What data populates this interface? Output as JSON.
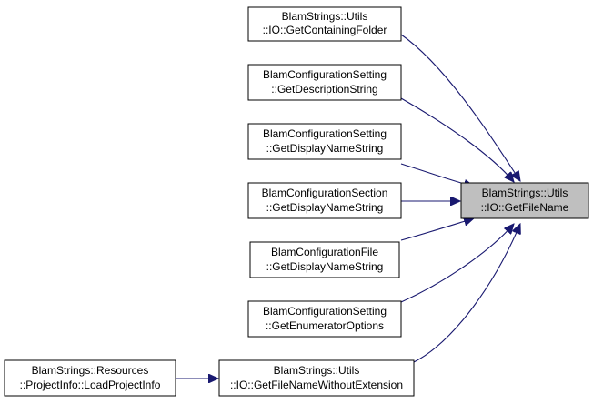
{
  "graph": {
    "edge_color": "#191970",
    "target_fill": "#bfbfbf",
    "target": {
      "line1": "BlamStrings::Utils",
      "line2": "::IO::GetFileName"
    },
    "callers": [
      {
        "line1": "BlamStrings::Utils",
        "line2": "::IO::GetContainingFolder"
      },
      {
        "line1": "BlamConfigurationSetting",
        "line2": "::GetDescriptionString"
      },
      {
        "line1": "BlamConfigurationSetting",
        "line2": "::GetDisplayNameString"
      },
      {
        "line1": "BlamConfigurationSection",
        "line2": "::GetDisplayNameString"
      },
      {
        "line1": "BlamConfigurationFile",
        "line2": "::GetDisplayNameString"
      },
      {
        "line1": "BlamConfigurationSetting",
        "line2": "::GetEnumeratorOptions"
      },
      {
        "line1": "BlamStrings::Utils",
        "line2": "::IO::GetFileNameWithoutExtension"
      }
    ],
    "outer_caller": {
      "line1": "BlamStrings::Resources",
      "line2": "::ProjectInfo::LoadProjectInfo"
    }
  }
}
